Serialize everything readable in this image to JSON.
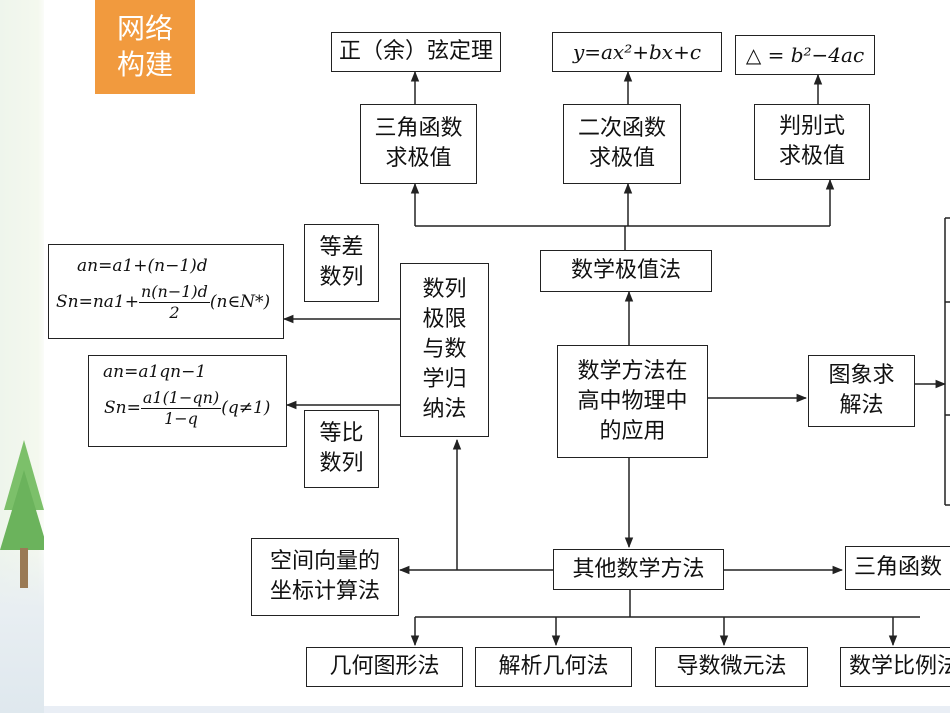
{
  "badge": {
    "line1": "网络",
    "line2": "构建"
  },
  "top": {
    "trig_theorem": "正（余）弦定理",
    "quadratic": "y=ax²+bx+c",
    "discriminant": "△ = b²−4ac",
    "trig_extreme": "三角函数\n求极值",
    "quad_extreme": "二次函数\n求极值",
    "disc_extreme": "判别式\n求极值"
  },
  "center": {
    "extreme_method": "数学极值法",
    "main": "数学方法在\n高中物理中\n的应用",
    "graph": "图象求\n解法",
    "other": "其他数学方法",
    "trig_partial": "三角函数"
  },
  "sequence": {
    "limit": "数列\n极限\n与数\n学归\n纳法",
    "arith_label": "等差\n数列",
    "geo_label": "等比\n数列",
    "arith_an": "an=a1+(n−1)d",
    "arith_sn_prefix": "Sn=na1+",
    "arith_sn_num": "n(n−1)d",
    "arith_sn_den": "2",
    "arith_sn_suffix": "(n∈N*)",
    "geo_an": "an=a1qn−1",
    "geo_sn_prefix": "Sn=",
    "geo_sn_num": "a1(1−qn)",
    "geo_sn_den": "1−q",
    "geo_sn_suffix": "(q≠1)"
  },
  "vector": "空间向量的\n坐标计算法",
  "bottom": {
    "geometry": "几何图形法",
    "analytic": "解析几何法",
    "derivative": "导数微元法",
    "proportion": "数学比例法"
  }
}
